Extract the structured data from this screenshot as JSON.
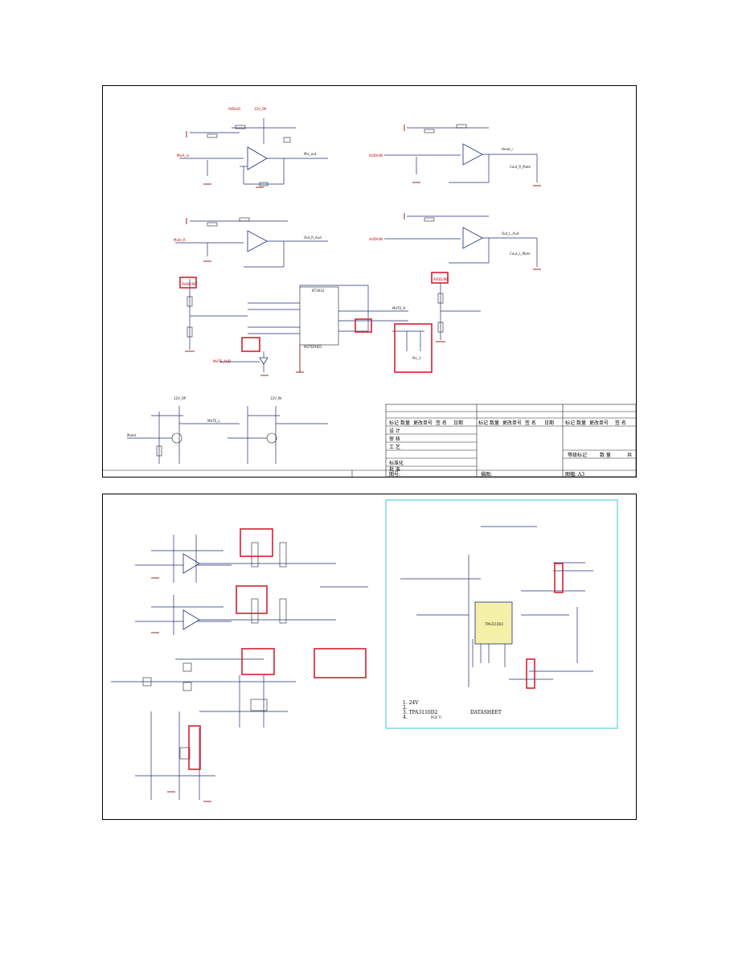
{
  "sheet1": {
    "nets": [
      "AVDmR",
      "12V_OP",
      "AUDmIN",
      "AUDmIN",
      "AVDD/INT",
      "AVDD/INT",
      "12V_OP",
      "12V_IN"
    ],
    "labels": {
      "mic_in": "MicA_in",
      "mic_out": "Mic_out",
      "out_r": "Head_r",
      "chip_ref": "BT3010",
      "out_l": "Out_R_Aud",
      "out_l2": "Out_L_Aud",
      "comp1_in": "Mute_R",
      "comp1_out": "Cout_R_Mute",
      "comp2_in": "MuteI",
      "comp2_out": "Cout_L_Mute",
      "mute_r": "MUTE_R",
      "mute_l": "MUTE_L",
      "ic_name": "MUTEPHD1",
      "mute": "MUTE_AUD",
      "pin_label": "Pin_1"
    },
    "title_block": {
      "headers": [
        "标记",
        "数量",
        "更改单号",
        "签 名",
        "日期",
        "标记",
        "数量",
        "更改单号",
        "签 名",
        "日期",
        "标记",
        "数量",
        "更改单号",
        "签 名"
      ],
      "rows": [
        "设 计",
        "审 核",
        "工 艺",
        "",
        "标准化",
        "批 准"
      ],
      "grade_label": "等级标记",
      "weight_label": "数 量",
      "sheet_label": "共",
      "bottom": [
        "图号:",
        "描图:",
        "图幅: A3"
      ]
    }
  },
  "sheet2": {
    "notes": [
      "1. 24V",
      "2.",
      "3. TPA3110D2",
      "4.",
      "DATASHEET",
      "PCB  TI"
    ],
    "chip_label": "TPA3110D2"
  }
}
